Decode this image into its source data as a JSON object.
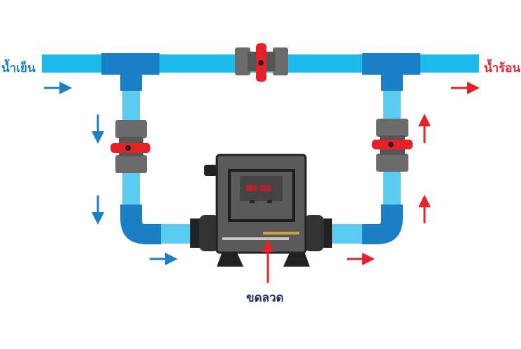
{
  "labels": {
    "cold_water": "น้ำเย็น",
    "hot_water": "น้ำร้อน",
    "coil": "ขดลวด"
  },
  "colors": {
    "pipe_main": "#1cb9ea",
    "pipe_branch": "#5ccbf0",
    "fitting": "#1a7fc4",
    "cold_arrow": "#1a7fc4",
    "hot_arrow": "#e8202a",
    "valve_handle": "#e8202a",
    "heater_body": "#5a5a5a",
    "label_navy": "#1f2f5e"
  }
}
